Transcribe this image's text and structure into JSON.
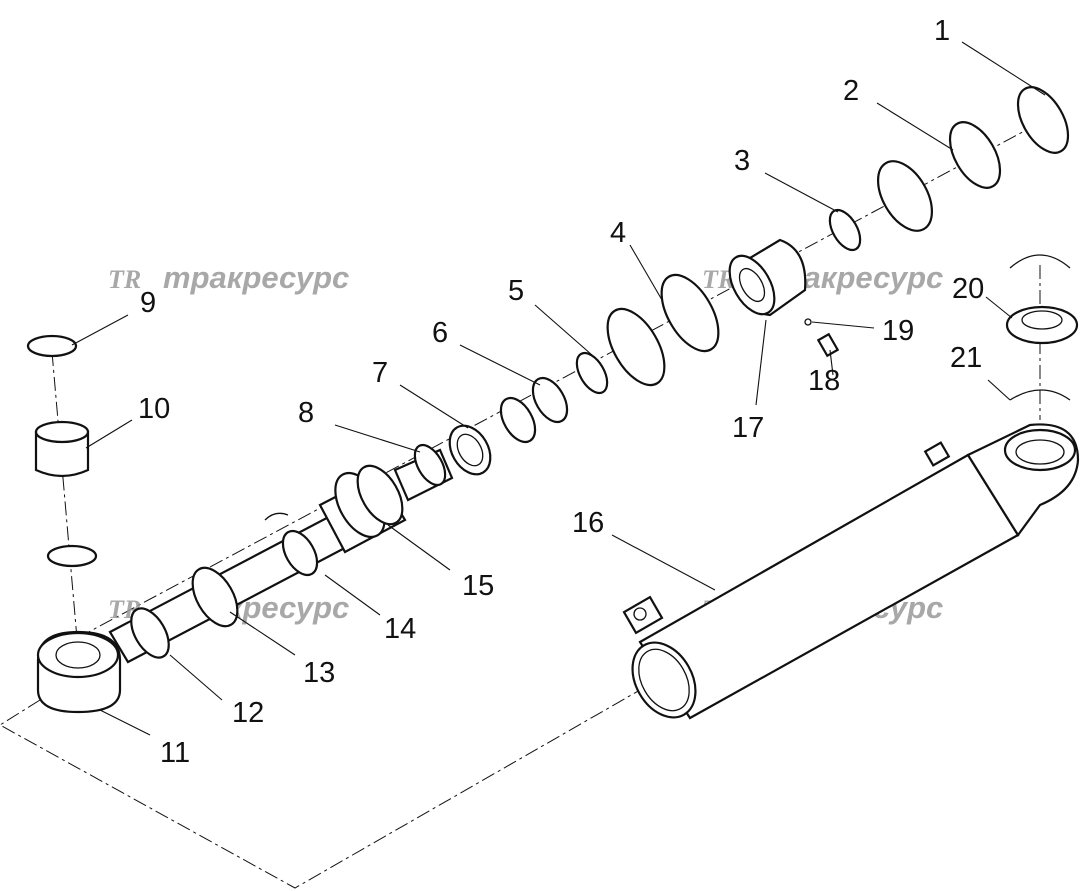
{
  "watermark": {
    "logo": "TR",
    "text": "тракресурс"
  },
  "callouts": [
    "1",
    "2",
    "3",
    "4",
    "5",
    "6",
    "7",
    "8",
    "9",
    "10",
    "11",
    "12",
    "13",
    "14",
    "15",
    "16",
    "17",
    "18",
    "19",
    "20",
    "21"
  ],
  "colors": {
    "line": "#111111",
    "watermark": "#9a9a9a",
    "background": "#ffffff"
  }
}
